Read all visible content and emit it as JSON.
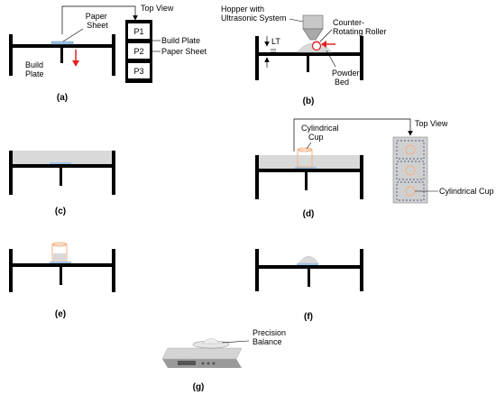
{
  "panels": {
    "a": {
      "caption": "(a)",
      "paper_sheet": "Paper\nSheet",
      "top_view": "Top View",
      "build_plate": "Build\nPlate",
      "tv_build_plate": "Build Plate",
      "tv_paper_sheet": "Paper Sheet",
      "cells": [
        "P1",
        "P2",
        "P3"
      ]
    },
    "b": {
      "caption": "(b)",
      "hopper": "Hopper with\nUltrasonic System",
      "roller": "Counter-\nRotating Roller",
      "lt": "LT",
      "powder_bed": "Powder\nBed"
    },
    "c": {
      "caption": "(c)"
    },
    "d": {
      "caption": "(d)",
      "cup": "Cylindrical\nCup",
      "top_view": "Top View",
      "cup_right": "Cylindrical Cup"
    },
    "e": {
      "caption": "(e)"
    },
    "f": {
      "caption": "(f)"
    },
    "g": {
      "caption": "(g)",
      "balance": "Precision\nBalance"
    }
  },
  "colors": {
    "frame": "#000000",
    "powder": "#d9d9d9",
    "paper_sheet": "#9dc3e6",
    "arrow_red": "#e02020",
    "cup_orange": "#f4b183",
    "top_view_fill": "#d0d0d0",
    "top_view_dash": "#1f3864"
  }
}
